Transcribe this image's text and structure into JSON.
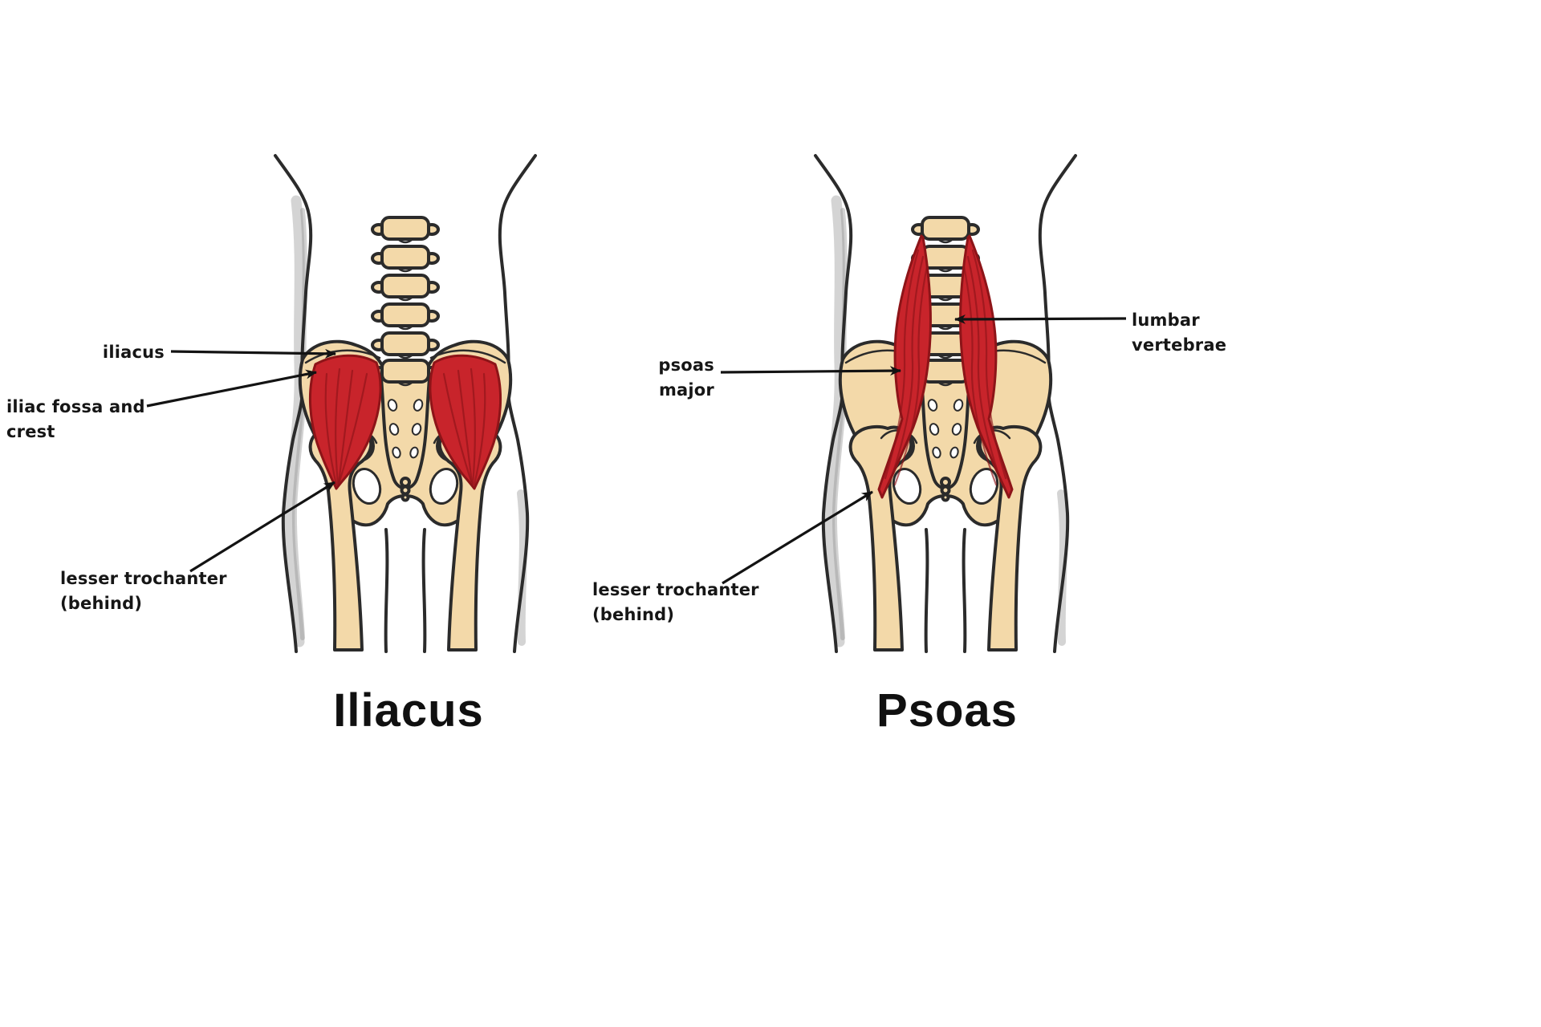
{
  "colors": {
    "background": "#ffffff",
    "outline": "#2b2b2b",
    "bone": "#f3d9a9",
    "muscle_red": "#c8242b",
    "muscle_dark_red": "#8d1418",
    "chalk_gray": "#a9a9a9",
    "text": "#161616"
  },
  "figures": {
    "iliacus": {
      "title": "Iliacus",
      "labels": {
        "iliacus": "iliacus",
        "iliac_fossa": "iliac fossa and crest",
        "lesser_trochanter_line1": "lesser trochanter",
        "lesser_trochanter_line2": "(behind)"
      }
    },
    "psoas": {
      "title": "Psoas",
      "labels": {
        "psoas_line1": "psoas",
        "psoas_line2": "major",
        "lumbar": "lumbar vertebrae",
        "lesser_trochanter_line1": "lesser trochanter",
        "lesser_trochanter_line2": "(behind)"
      }
    }
  }
}
